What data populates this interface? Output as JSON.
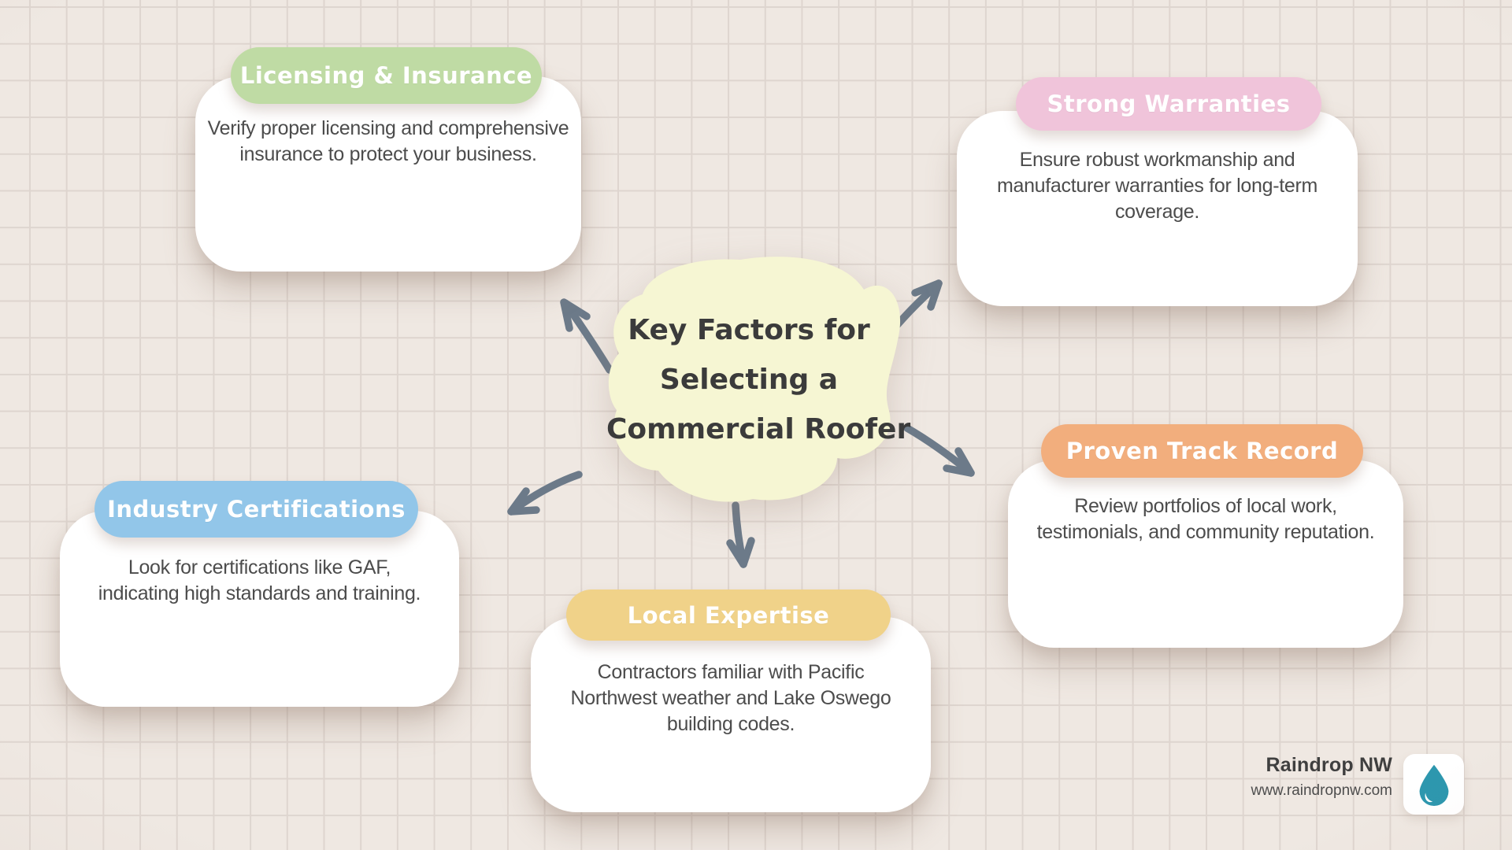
{
  "center": {
    "title_lines": [
      "Key Factors for",
      "Selecting a",
      "Commercial Roofer"
    ]
  },
  "cards": [
    {
      "id": "licensing-insurance",
      "title": "Licensing & Insurance",
      "pill_color": "#BFDBA4",
      "lines": [
        "Verify proper licensing and comprehensive",
        "insurance to protect your business."
      ]
    },
    {
      "id": "strong-warranties",
      "title": "Strong Warranties",
      "pill_color": "#F0C4DA",
      "lines": [
        "Ensure robust workmanship and",
        "manufacturer warranties for long-term",
        "coverage."
      ]
    },
    {
      "id": "proven-track-record",
      "title": "Proven Track Record",
      "pill_color": "#F2AE7D",
      "lines": [
        "Review portfolios of local work,",
        "testimonials, and community reputation."
      ]
    },
    {
      "id": "industry-certifications",
      "title": "Industry Certifications",
      "pill_color": "#92C6E9",
      "lines": [
        "Look for certifications like GAF,",
        "indicating high standards and training."
      ]
    },
    {
      "id": "local-expertise",
      "title": "Local Expertise",
      "pill_color": "#F0D289",
      "lines": [
        "Contractors familiar with Pacific",
        "Northwest weather and Lake Oswego",
        "building codes."
      ]
    }
  ],
  "footer": {
    "brand": "Raindrop NW",
    "website": "www.raindropnw.com",
    "logo_icon": "raindrop-icon",
    "logo_color": "#2D97AE"
  },
  "colors": {
    "background": "#EFE8E2",
    "grid_line": "#DED5CF",
    "blob_fill": "#F6F6D3",
    "arrow": "#6C7A89",
    "card_background": "#FFFFFF",
    "body_text": "#4C4C4C",
    "title_text": "#3B3B3B"
  }
}
